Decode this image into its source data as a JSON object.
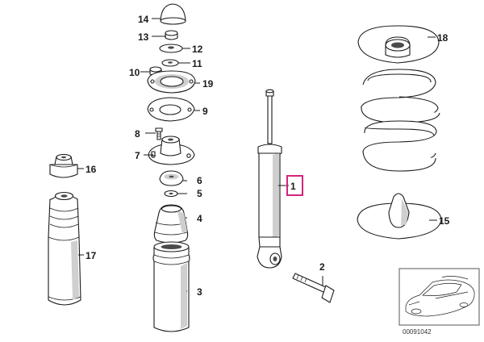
{
  "highlight_color": "#d6237a",
  "parts": {
    "p1": "1",
    "p2": "2",
    "p3": "3",
    "p4": "4",
    "p5": "5",
    "p6": "6",
    "p7": "7",
    "p8": "8",
    "p9": "9",
    "p10": "10",
    "p11": "11",
    "p12": "12",
    "p13": "13",
    "p14": "14",
    "p15": "15",
    "p16": "16",
    "p17": "17",
    "p18": "18",
    "p19": "19"
  },
  "thumbnail": {
    "reference": "00091042",
    "icon": "car-silhouette-icon"
  }
}
